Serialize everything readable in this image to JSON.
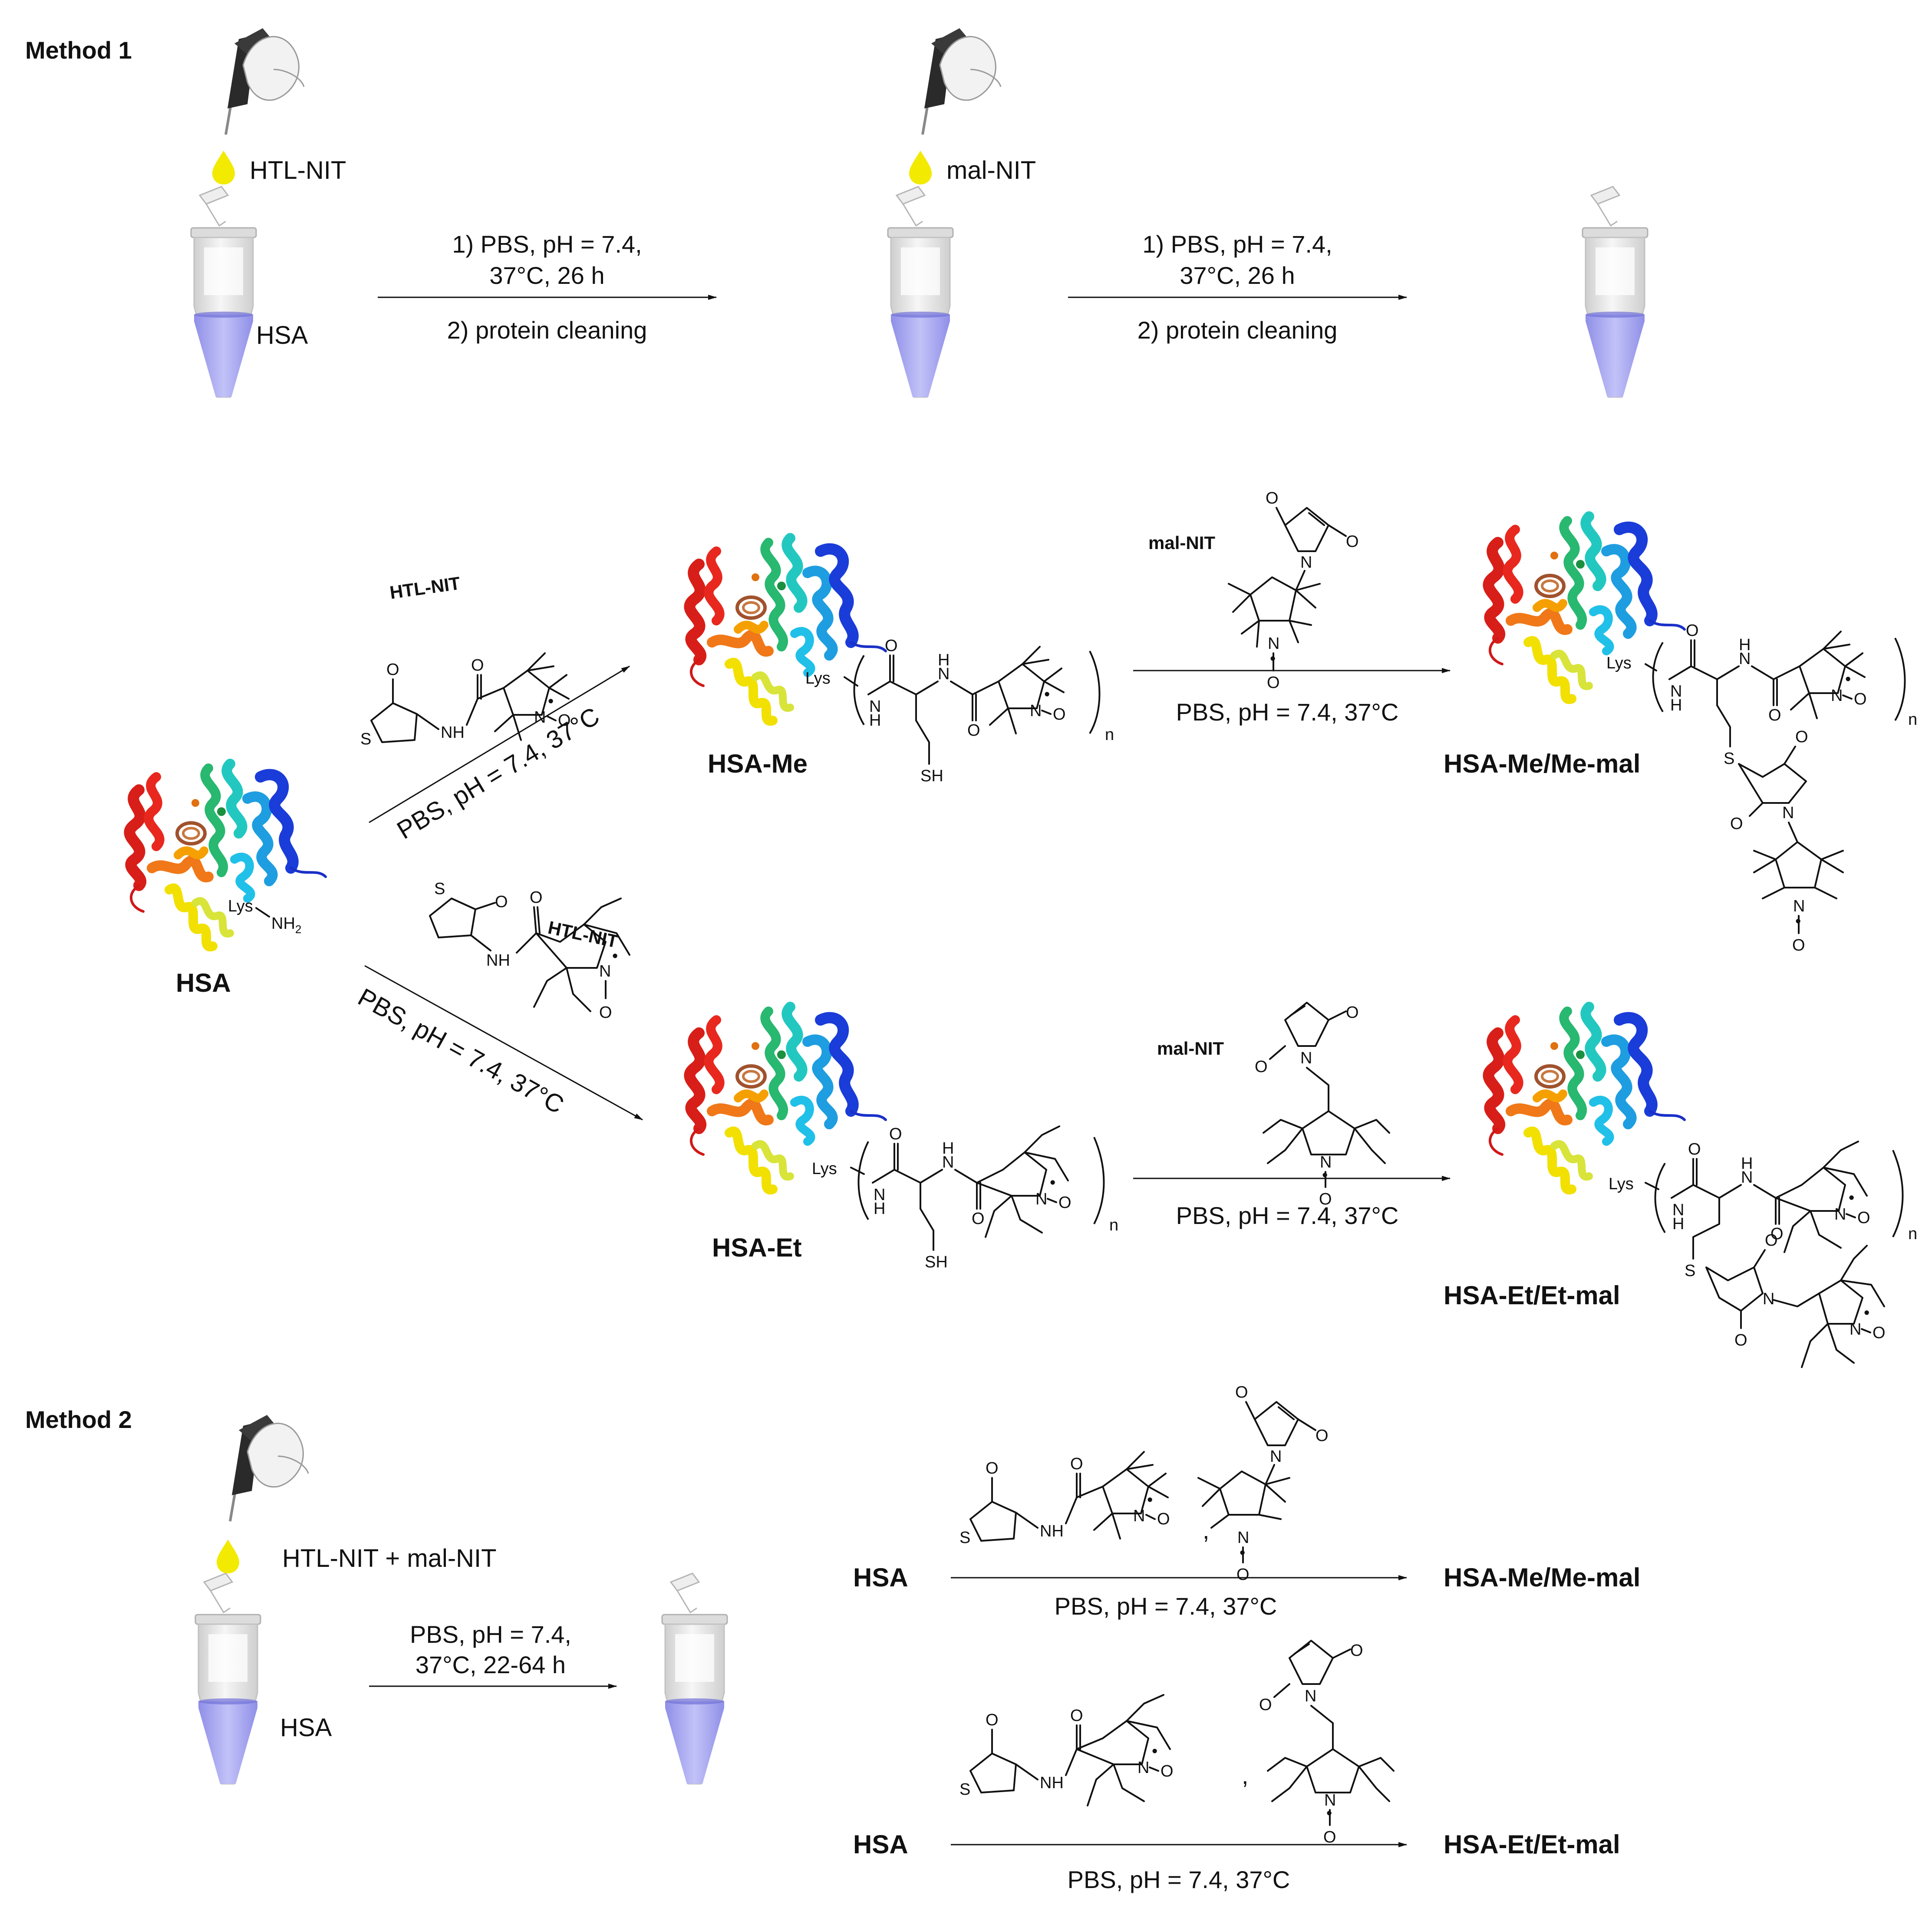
{
  "method1": {
    "title": "Method 1",
    "reagent_1": "HTL-NIT",
    "reagent_2": "mal-NIT",
    "tube_label": "HSA",
    "step1_line1": "1) PBS, pH = 7.4,",
    "step1_line2": "37°C, 26 h",
    "step1_line3": "2) protein cleaning",
    "step2_line1": "1) PBS, pH = 7.4,",
    "step2_line2": "37°C, 26 h",
    "step2_line3": "2) protein cleaning"
  },
  "scheme": {
    "start_protein": "HSA",
    "lys": "Lys",
    "nh2": "NH2",
    "reagent_me_name": "HTL-NIT",
    "reagent_et_name": "HTL-NIT",
    "cond_upper": "PBS, pH = 7.4, 37°C",
    "cond_lower": "PBS, pH = 7.4, 37°C",
    "product_me": "HSA-Me",
    "product_et": "HSA-Et",
    "mal_reagent_upper": "mal-NIT",
    "mal_reagent_lower": "mal-NIT",
    "cond_mal_upper": "PBS, pH = 7.4, 37°C",
    "cond_mal_lower": "PBS, pH = 7.4, 37°C",
    "final_me": "HSA-Me/Me-mal",
    "final_et": "HSA-Et/Et-mal",
    "atoms": {
      "S": "S",
      "O": "O",
      "NH": "NH",
      "N": "N",
      "H": "H",
      "SH": "SH",
      "n": "n"
    }
  },
  "method2": {
    "title": "Method 2",
    "reagent": "HTL-NIT + mal-NIT",
    "tube_label": "HSA",
    "cond_line1": "PBS, pH = 7.4,",
    "cond_line2": "37°C, 22-64 h",
    "reaction_a": {
      "reactant": "HSA",
      "separator": ",",
      "conditions": "PBS, pH = 7.4, 37°C",
      "product": "HSA-Me/Me-mal"
    },
    "reaction_b": {
      "reactant": "HSA",
      "separator": ",",
      "conditions": "PBS, pH = 7.4, 37°C",
      "product": "HSA-Et/Et-mal"
    }
  },
  "colors": {
    "liquid": "#a9a9f2",
    "drop": "#f2ea00",
    "tube": "#e4e4e4",
    "text": "#111111",
    "protein_red": "#e0201a",
    "protein_orange": "#f07a10",
    "protein_yellow": "#f4e400",
    "protein_green": "#30c860",
    "protein_cyan": "#20c8d8",
    "protein_blue": "#1030d8"
  }
}
